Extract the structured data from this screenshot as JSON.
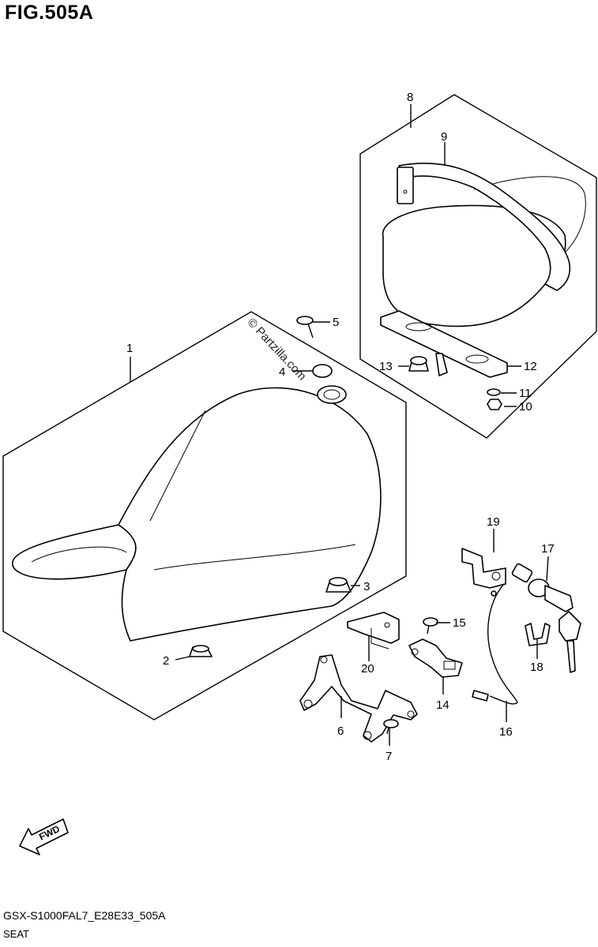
{
  "figure": {
    "title": "FIG.505A",
    "code": "GSX-S1000FAL7_E28E33_505A",
    "name": "SEAT",
    "watermark": "© Partzilla.com",
    "fwd_label": "FWD"
  },
  "callouts": [
    {
      "id": "1"
    },
    {
      "id": "2"
    },
    {
      "id": "3"
    },
    {
      "id": "4"
    },
    {
      "id": "5"
    },
    {
      "id": "6"
    },
    {
      "id": "7"
    },
    {
      "id": "8"
    },
    {
      "id": "9"
    },
    {
      "id": "10"
    },
    {
      "id": "11"
    },
    {
      "id": "12"
    },
    {
      "id": "13"
    },
    {
      "id": "14"
    },
    {
      "id": "15"
    },
    {
      "id": "16"
    },
    {
      "id": "17"
    },
    {
      "id": "18"
    },
    {
      "id": "19"
    },
    {
      "id": "20"
    }
  ]
}
